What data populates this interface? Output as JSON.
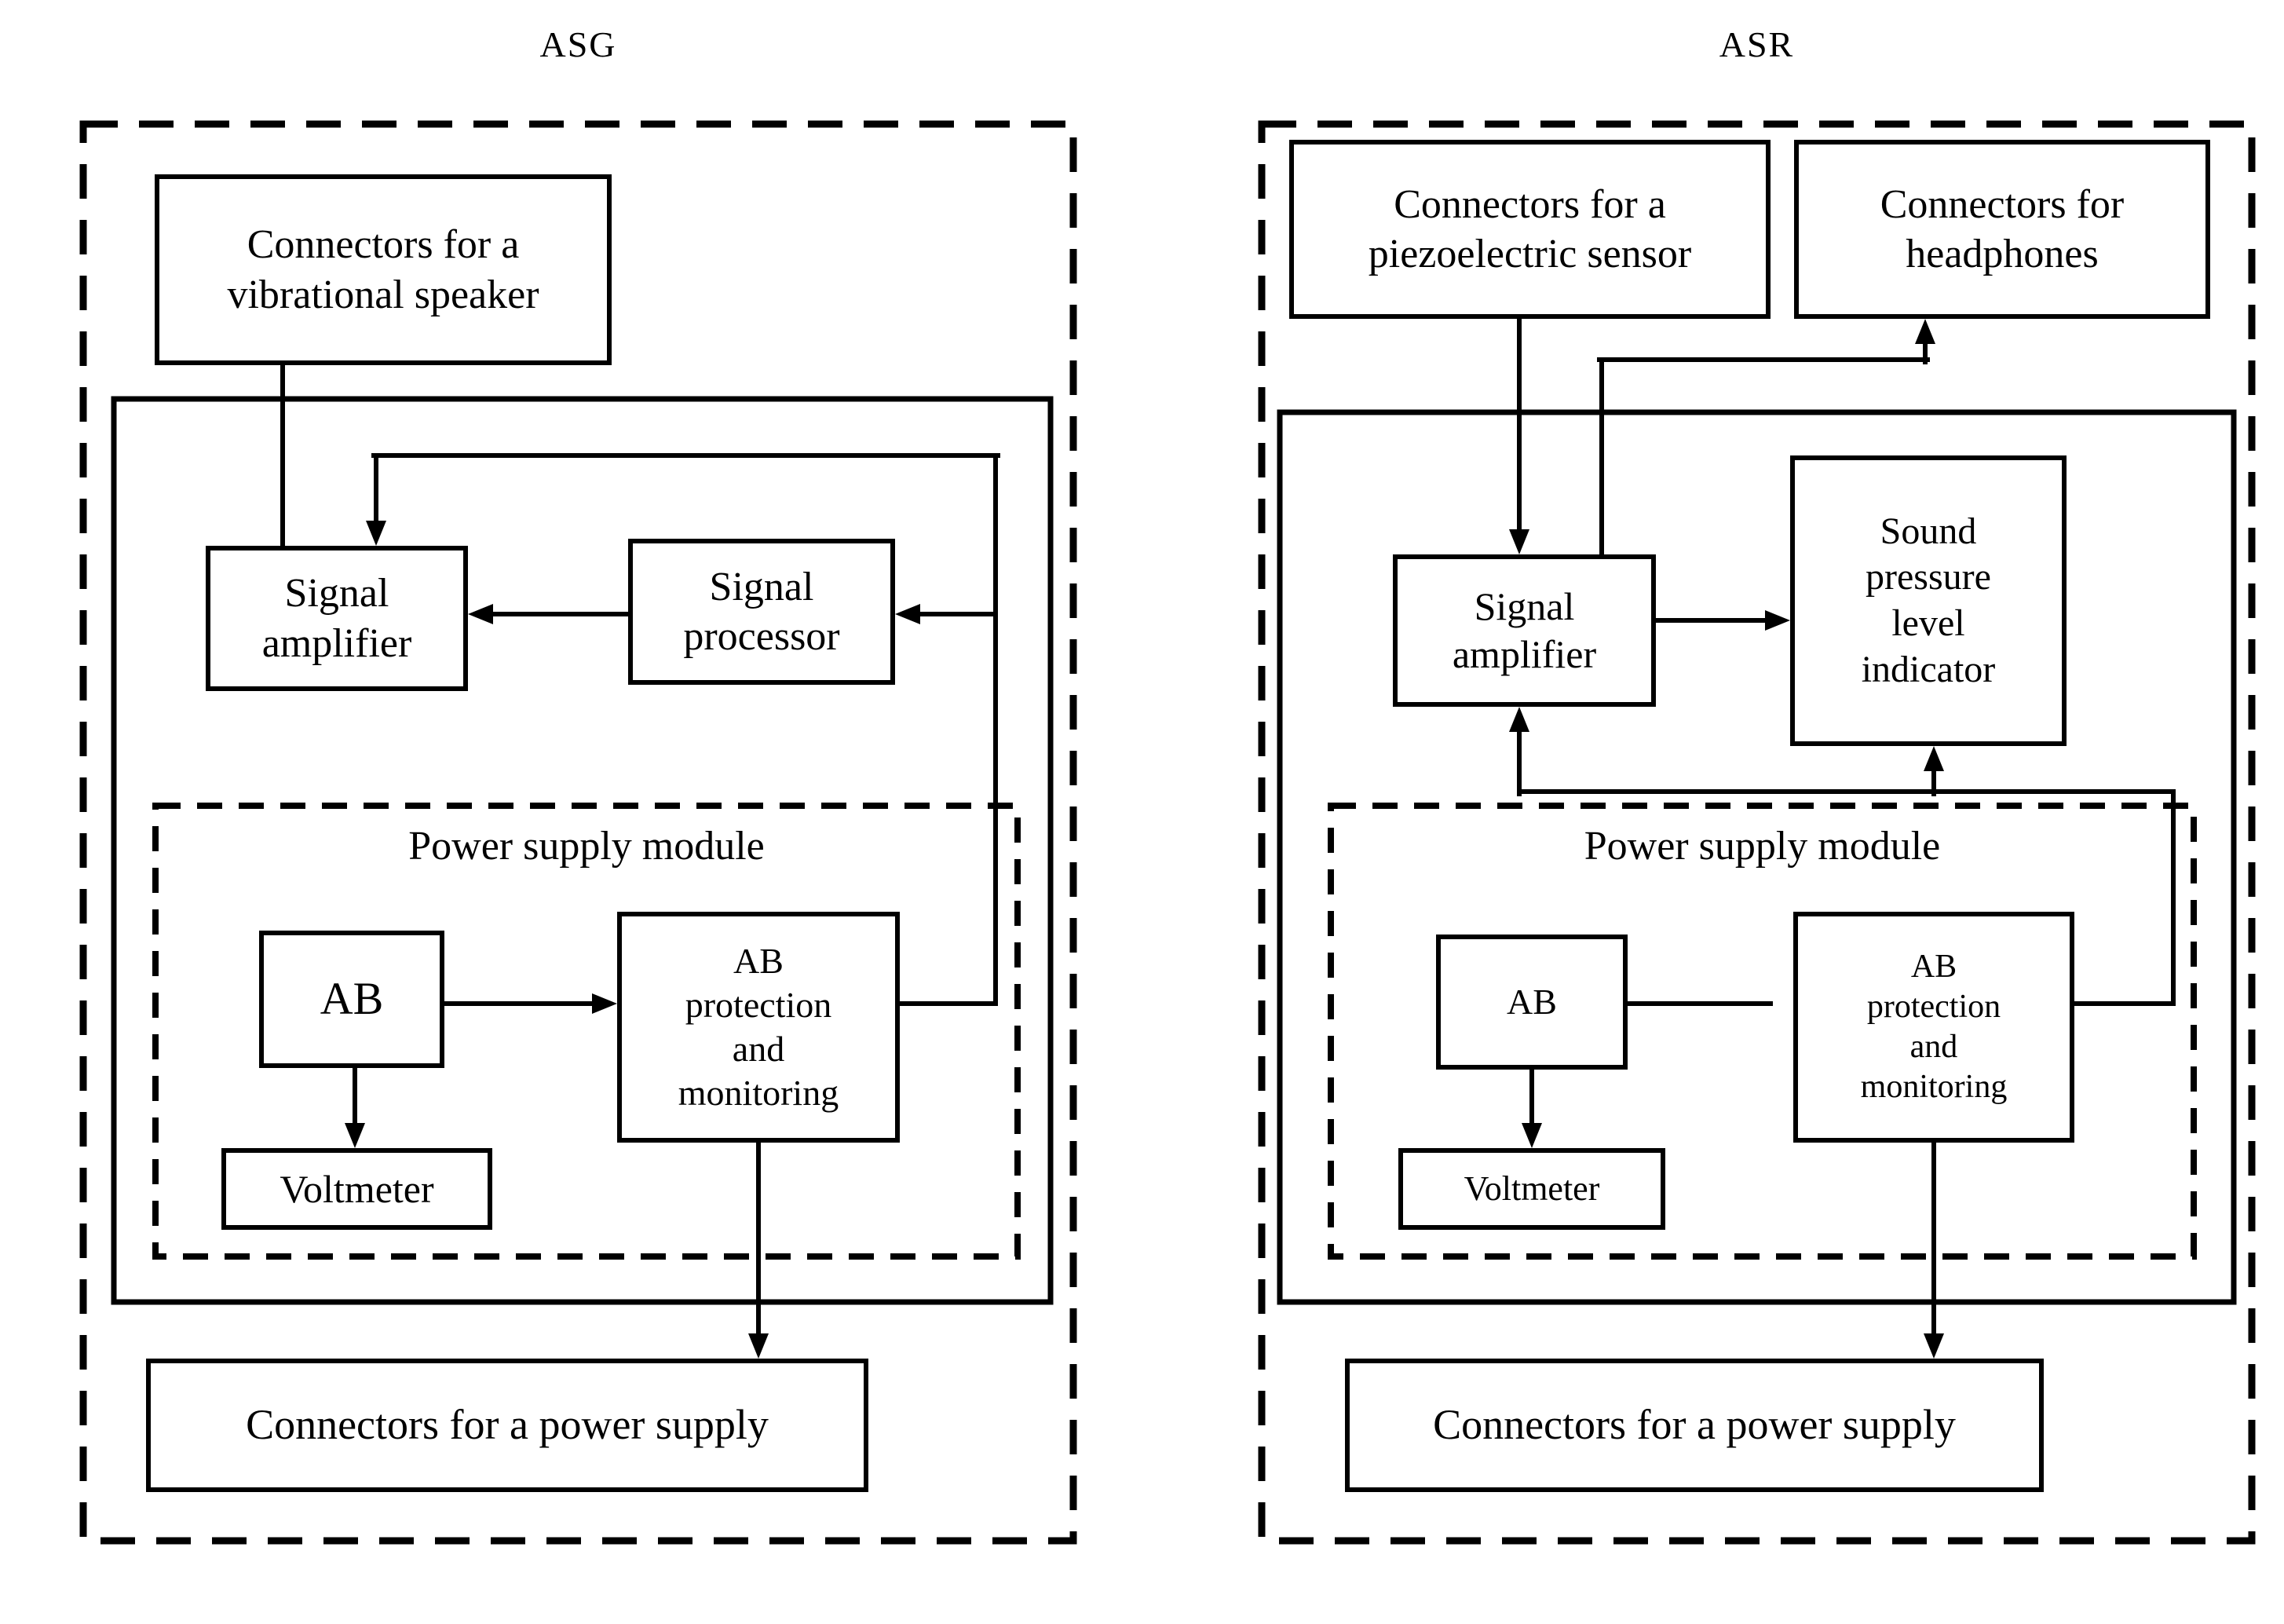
{
  "figure": {
    "background_color": "#ffffff",
    "line_color": "#000000"
  },
  "asg": {
    "title": "ASG",
    "boxes": {
      "connectors_speaker": "Connectors for a\nvibrational speaker",
      "signal_amplifier": "Signal\namplifier",
      "signal_processor": "Signal\nprocessor",
      "power_supply_module": "Power supply module",
      "ab": "AB",
      "ab_protection": "AB\nprotection\nand\nmonitoring",
      "voltmeter": "Voltmeter",
      "connectors_power": "Connectors for a power supply"
    }
  },
  "asr": {
    "title": "ASR",
    "boxes": {
      "connectors_piezo": "Connectors for a\npiezoelectric sensor",
      "connectors_headphones": "Connectors for\nheadphones",
      "signal_amplifier": "Signal\namplifier",
      "spl_indicator": "Sound\npressure\nlevel\nindicator",
      "power_supply_module": "Power supply module",
      "ab": "AB",
      "ab_protection": "AB\nprotection\nand\nmonitoring",
      "voltmeter": "Voltmeter",
      "connectors_power": "Connectors for a power supply"
    }
  }
}
